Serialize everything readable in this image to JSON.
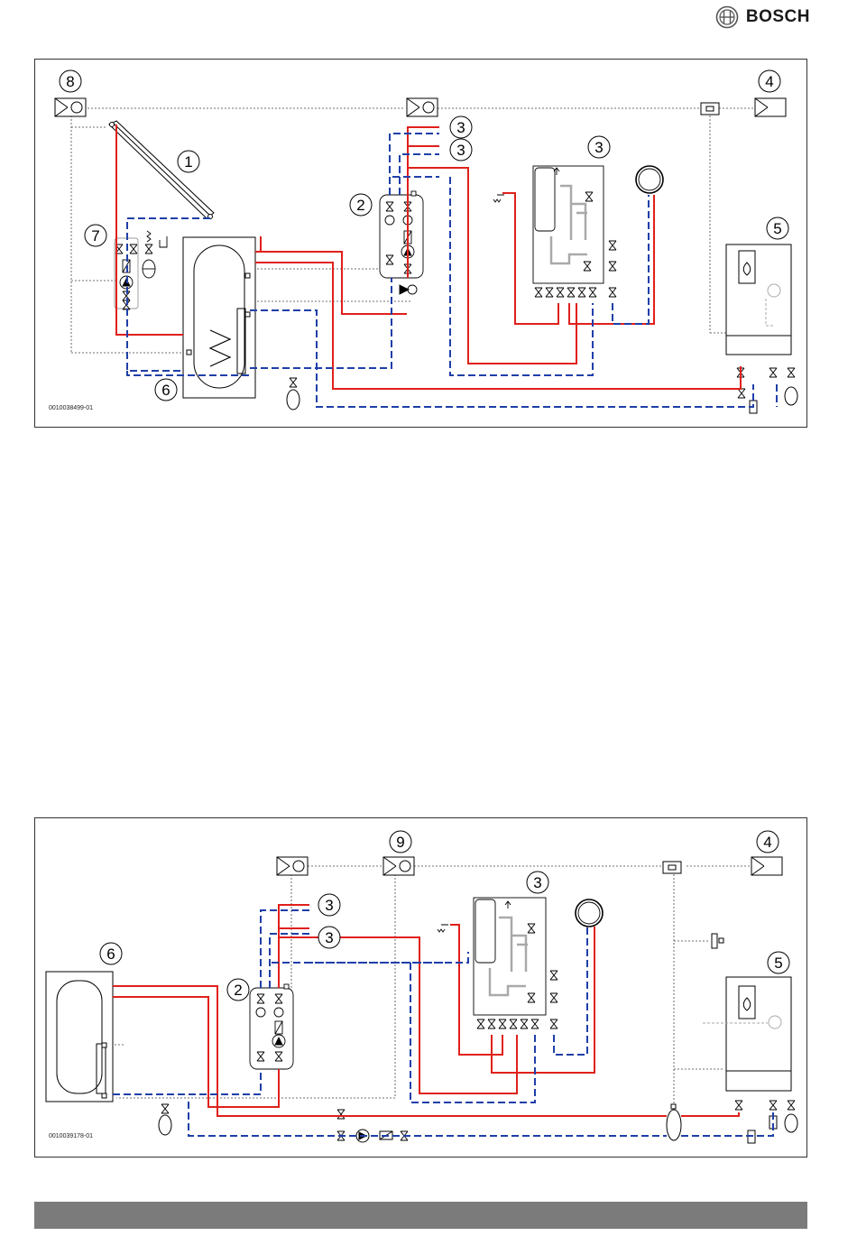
{
  "header": {
    "brand": "BOSCH",
    "brand_color": "#ea0016"
  },
  "colors": {
    "supply": "#e0201b",
    "return": "#1f3fa8",
    "control": "#555555",
    "pipe_grey": "#a9a9a9"
  },
  "diagrams": [
    {
      "code": "0010038499-01",
      "callouts": [
        "8",
        "1",
        "7",
        "6",
        "2",
        "3",
        "3",
        "3",
        "4",
        "5"
      ]
    },
    {
      "code": "0010039178-01",
      "callouts": [
        "9",
        "4",
        "3",
        "3",
        "3",
        "6",
        "2",
        "5"
      ]
    }
  ]
}
